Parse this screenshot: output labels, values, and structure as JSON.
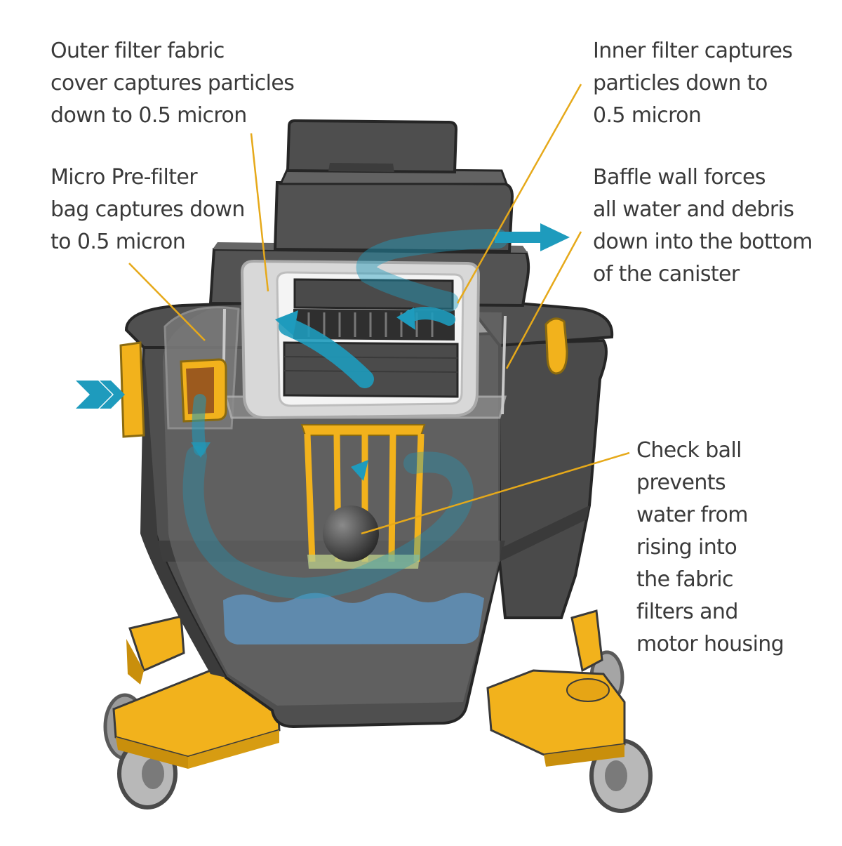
{
  "colors": {
    "tank": "#4f4f4f",
    "tank_dark": "#3b3b3b",
    "yellow": "#f2b21c",
    "yellow_dark": "#c98f0c",
    "airflow": "#1e9bbd",
    "water": "#5f8fb6",
    "leader_line": "#e6a91a",
    "text": "#3a3a3a"
  },
  "callouts": {
    "outer_filter": [
      "Outer filter fabric",
      "cover captures particles",
      "down to 0.5 micron"
    ],
    "micro_prefilter": [
      "Micro Pre-filter",
      "bag captures down",
      "to 0.5 micron"
    ],
    "inner_filter": [
      "Inner filter captures",
      "particles down to",
      "0.5 micron"
    ],
    "baffle_wall": [
      "Baffle wall forces",
      "all water and debris",
      "down into the bottom",
      "of the canister"
    ],
    "check_ball": [
      "Check ball",
      "prevents",
      "water from",
      "rising into",
      "the fabric",
      "filters and",
      "motor housing"
    ]
  },
  "icons": [
    "intake-arrow-icon",
    "exhaust-arrow-icon",
    "airflow-arrow-icon"
  ]
}
